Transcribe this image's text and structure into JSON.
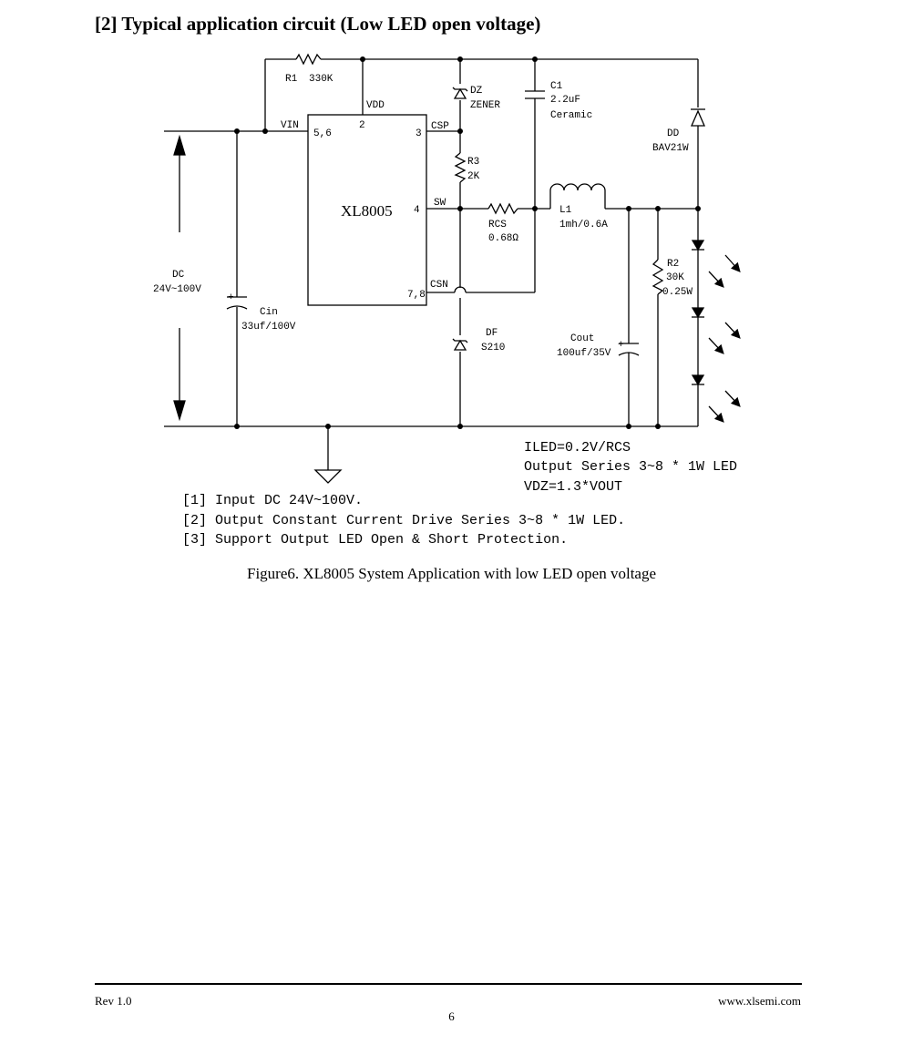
{
  "heading": "[2] Typical application circuit (Low LED open voltage)",
  "schematic": {
    "chip": "XL8005",
    "pins": {
      "vin": "VIN",
      "vin_num": "5,6",
      "vdd": "VDD",
      "vdd_num": "2",
      "csp": "CSP",
      "csp_num": "3",
      "sw": "SW",
      "sw_num": "4",
      "csn": "CSN",
      "csn_num": "7,8"
    },
    "r1": {
      "name": "R1",
      "value": "330K"
    },
    "dz": {
      "name": "DZ",
      "value": "ZENER"
    },
    "c1": {
      "name": "C1",
      "value": "2.2uF",
      "note": "Ceramic"
    },
    "r3": {
      "name": "R3",
      "value": "2K"
    },
    "rcs": {
      "name": "RCS",
      "value": "0.68Ω"
    },
    "l1": {
      "name": "L1",
      "value": "1mh/0.6A"
    },
    "dd": {
      "name": "DD",
      "value": "BAV21W"
    },
    "r2": {
      "name": "R2",
      "value": "30K",
      "power": "0.25W"
    },
    "df": {
      "name": "DF",
      "value": "S210"
    },
    "cout": {
      "name": "Cout",
      "value": "100uf/35V"
    },
    "cin": {
      "name": "Cin",
      "value": "33uf/100V",
      "polarity": "+"
    },
    "dc": {
      "label": "DC",
      "range": "24V~100V"
    },
    "cout_polarity": "+",
    "formulas": [
      "ILED=0.2V/RCS",
      "Output Series 3~8 * 1W LED",
      "VDZ=1.3*VOUT"
    ],
    "notes": [
      "[1] Input DC 24V~100V.",
      "[2] Output Constant Current Drive Series 3~8 * 1W LED.",
      "[3] Support Output LED Open & Short Protection."
    ]
  },
  "caption": "Figure6. XL8005 System Application with low LED open voltage",
  "footer": {
    "rev": "Rev 1.0",
    "site": "www.xlsemi.com",
    "page": "6"
  }
}
